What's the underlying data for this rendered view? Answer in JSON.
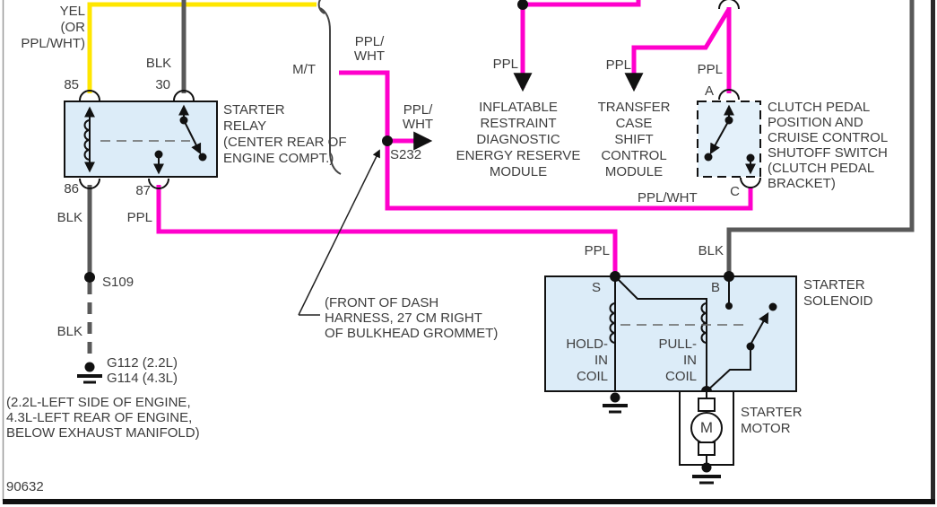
{
  "doc_number": "90632",
  "colors": {
    "yellow_wire": "#ffe600",
    "magenta_wire": "#ff00cc",
    "gray_wire": "#595959",
    "component_fill": "#dcecf8"
  },
  "relay": {
    "label": "STARTER\nRELAY\n(CENTER REAR OF\nENGINE COMPT.)",
    "pin85": "85",
    "pin30": "30",
    "pin86": "86",
    "pin87": "87",
    "wire85": "YEL\n(OR\nPPL/WHT)",
    "wire30": "BLK",
    "wire86": "BLK",
    "wire87": "PPL"
  },
  "mt": {
    "label": "M/T",
    "wire": "PPL/\nWHT"
  },
  "s232": {
    "label": "S232",
    "wire_out": "PPL/\nWHT",
    "note": "(FRONT OF DASH\nHARNESS, 27 CM RIGHT\nOF BULKHEAD GROMMET)"
  },
  "irdem": {
    "label": "INFLATABLE\nRESTRAINT\nDIAGNOSTIC\nENERGY RESERVE\nMODULE",
    "wire": "PPL"
  },
  "tccm": {
    "label": "TRANSFER\nCASE\nSHIFT\nCONTROL\nMODULE",
    "wire": "PPL"
  },
  "clutch": {
    "label": "CLUTCH PEDAL\nPOSITION AND\nCRUISE CONTROL\nSHUTOFF SWITCH\n(CLUTCH PEDAL\nBRACKET)",
    "pinA": "A",
    "pinC": "C",
    "wireA": "PPL",
    "wireC": "PPL/WHT"
  },
  "solenoid": {
    "label": "STARTER\nSOLENOID",
    "pinS": "S",
    "pinB": "B",
    "wireS": "PPL",
    "wireB": "BLK",
    "hold_coil": "HOLD-\nIN\nCOIL",
    "pull_coil": "PULL-\nIN\nCOIL"
  },
  "motor": {
    "label": "STARTER\nMOTOR",
    "symbol": "M"
  },
  "s109": {
    "label": "S109",
    "wire": "BLK"
  },
  "ground": {
    "g112": "G112 (2.2L)",
    "g114": "G114 (4.3L)",
    "note": "(2.2L-LEFT SIDE OF ENGINE,\n4.3L-LEFT REAR OF ENGINE,\nBELOW EXHAUST MANIFOLD)"
  }
}
